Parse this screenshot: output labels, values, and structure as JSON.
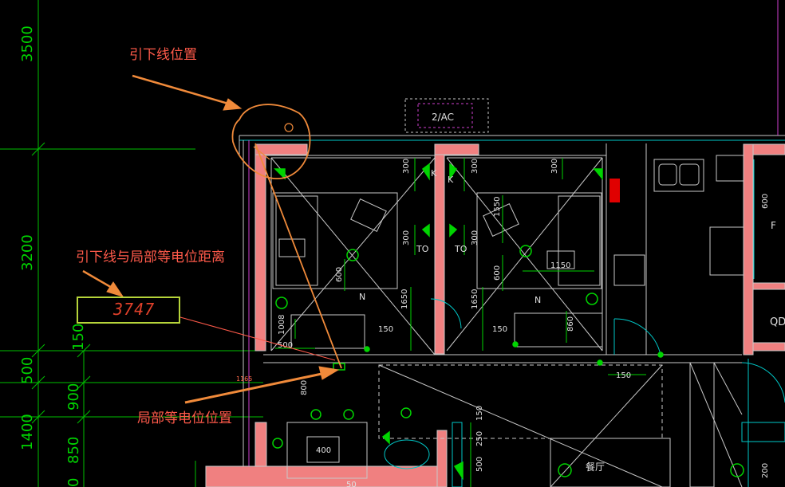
{
  "annotations": {
    "downlead_position": "引下线位置",
    "downlead_to_leb_distance": "引下线与局部等电位距离",
    "leb_position": "局部等电位位置",
    "measured_distance": "3747"
  },
  "axis_dims": [
    "3500",
    "3200",
    "500",
    "1400",
    "150",
    "900",
    "850",
    "0"
  ],
  "room_labels": {
    "ac": "2/AC",
    "living": "餐厅",
    "qd": "QD",
    "f": "F",
    "n1": "N",
    "n2": "N",
    "k1": "K",
    "k2": "K",
    "to1": "TO",
    "to2": "TO"
  },
  "plan_dims": [
    "300",
    "300",
    "300",
    "300",
    "300",
    "1550",
    "600",
    "1150",
    "600",
    "1650",
    "1650",
    "860",
    "1008",
    "500",
    "150",
    "150",
    "150",
    "800",
    "150",
    "250",
    "500",
    "400",
    "200",
    "50",
    "1165",
    "600"
  ],
  "colors": {
    "background": "#000000",
    "wall_fill": "#f08080",
    "annotation": "#ff5a4a",
    "arrow": "#f08a3a",
    "dimension": "#00d400",
    "cyan_line": "#00c8c8",
    "magenta": "#d040d0",
    "frame": "#b6d43a"
  }
}
